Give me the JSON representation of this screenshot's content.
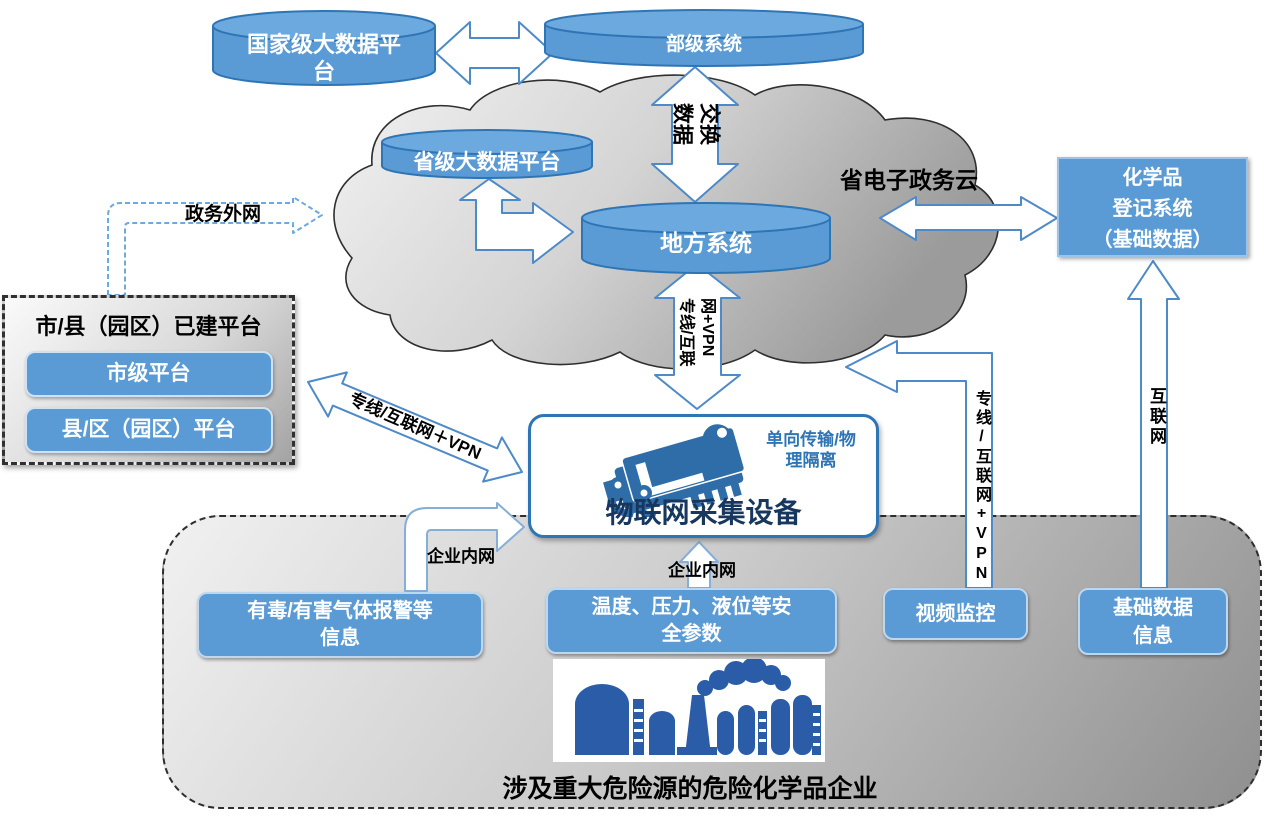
{
  "nodes": {
    "national_platform": "国家级大数据平台",
    "ministry_system": "部级系统",
    "provincial_platform": "省级大数据平台",
    "local_system": "地方系统",
    "egov_cloud_label": "省电子政务云",
    "chemical_registry": {
      "lines": [
        "化学品",
        "登记系统",
        "（基础数据）"
      ]
    },
    "built_platform_panel": {
      "title": "市/县（园区）已建平台",
      "items": [
        {
          "label": "市级平台"
        },
        {
          "label": "县/区（园区）平台"
        }
      ]
    },
    "iot_device": {
      "label": "物联网采集设备",
      "note_lines": [
        "单向传输/物",
        "理隔离"
      ],
      "icon": "circuit-board-icon"
    },
    "enterprise_zone": {
      "caption": "涉及重大危险源的危险化学品企业",
      "icon": "chemical-plant-icon",
      "boxes": [
        {
          "lines": [
            "有毒/有害气体报警等",
            "信息"
          ]
        },
        {
          "lines": [
            "温度、压力、液位等安",
            "全参数"
          ]
        },
        {
          "lines": [
            "视频监控"
          ]
        },
        {
          "lines": [
            "基础数据",
            "信息"
          ]
        }
      ]
    }
  },
  "links": {
    "data_exchange_cols": [
      "数据",
      "交换"
    ],
    "gov_extranet": "政务外网",
    "vpn_diagonal": "专线/互联网＋VPN",
    "vpn_vertical_cols": [
      "专线/互联",
      "网+VPN"
    ],
    "enterprise_intranet_left": "企业内网",
    "enterprise_intranet_center": "企业内网",
    "vpn_upright": "专线/互联网+VPN",
    "internet": "互联网"
  },
  "colors": {
    "primary_blue": "#5B9BD5",
    "dark_blue": "#2E75B6",
    "navy_text": "#17375E",
    "icon_blue": "#2A5CA8",
    "arrow_fill": "#FFFFFF",
    "cloud_light": "#EDEDED",
    "cloud_dark": "#9E9E9E"
  }
}
